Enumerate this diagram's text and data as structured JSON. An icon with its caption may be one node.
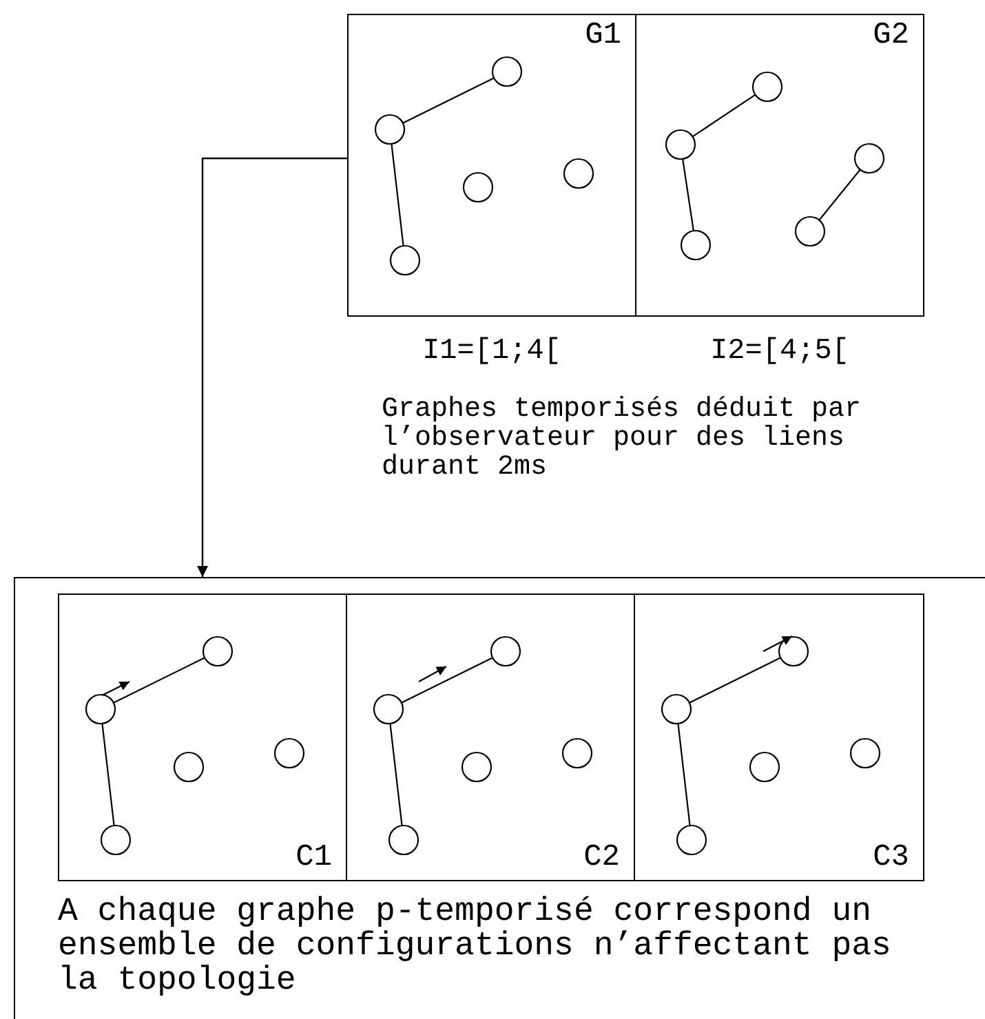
{
  "diagram": {
    "nodes": [
      {
        "text": [
          "G1"
        ],
        "beside": [
          "I1=[1;4["
        ]
      },
      {
        "text": [
          "G2"
        ],
        "beside": [
          "I2=[4;5["
        ]
      },
      {
        "text": [
          "A chaque graphe p-temporisé correspond un ensemble de configurations n’affectant pas la topologie"
        ]
      },
      {
        "text": [
          "C1"
        ],
        "in": 2
      },
      {
        "text": [
          "C2"
        ],
        "in": 2
      },
      {
        "text": [
          "C3"
        ],
        "in": 2
      }
    ],
    "edges": [
      {
        "from": 0,
        "to": 2,
        "arrow": "to"
      }
    ],
    "labels": [
      "Graphes temporisés déduit par l’observateur pour des liens durant 2ms"
    ]
  }
}
